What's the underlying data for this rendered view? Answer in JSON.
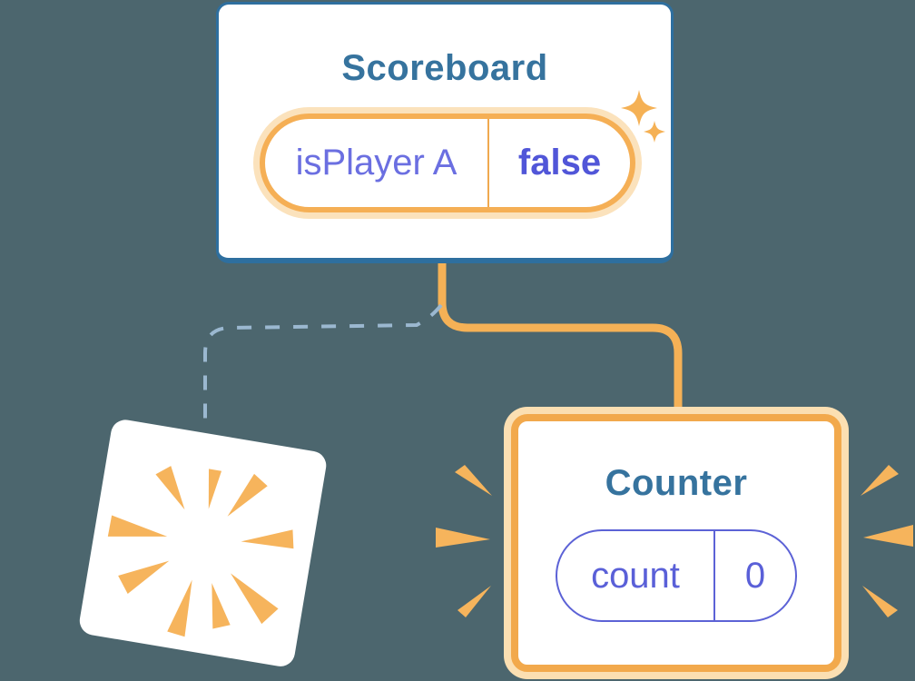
{
  "illustration": {
    "description": "React component tree diagram: Scoreboard keeps state while one child is destroyed and Counter is freshly created",
    "colors": {
      "background": "#4C666E",
      "card_background": "#FFFFFF",
      "component_border_blue": "#2E6F9F",
      "title_text_blue": "#36739E",
      "state_orange": "#F5B156",
      "state_orange_glow": "#FBE2BC",
      "pill_text_indigo": "#6B6FE1",
      "pill_value_indigo": "#5156D8",
      "pill_border_indigo": "#5C62D6",
      "dashed_connector_blue": "#9BB8D0",
      "ray_orange": "#F6B45C"
    }
  },
  "scoreboard": {
    "title": "Scoreboard",
    "state_pill": {
      "label": "isPlayer A",
      "value": "false"
    }
  },
  "counter": {
    "title": "Counter",
    "state_pill": {
      "label": "count",
      "value": "0"
    }
  },
  "icons": {
    "sparkles": "sparkles-icon",
    "destroyed_burst": "starburst-icon",
    "emphasis_rays": "rays-icon"
  }
}
